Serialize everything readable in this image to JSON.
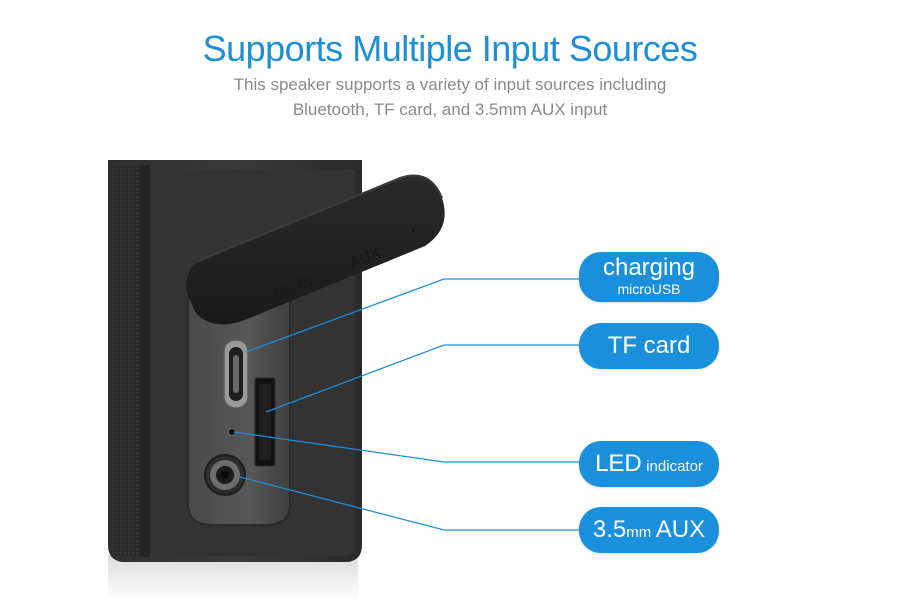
{
  "header": {
    "title": "Supports Multiple Input Sources",
    "subtitle_line1": "This speaker supports a variety of input sources including",
    "subtitle_line2": "Bluetooth, TF card, and 3.5mm AUX input"
  },
  "product": {
    "cover_label_dc": "DC IN",
    "cover_label_aux": "AUX"
  },
  "callouts": {
    "charging_main": "charging",
    "charging_sub": "microUSB",
    "tf_card": "TF card",
    "led_main": "LED",
    "led_sub": "indicator",
    "aux_main": "3.5",
    "aux_unit": "mm",
    "aux_label": "AUX"
  },
  "colors": {
    "accent": "#1a90dc",
    "title": "#1c8fd6",
    "subtitle": "#8a8a8a"
  }
}
